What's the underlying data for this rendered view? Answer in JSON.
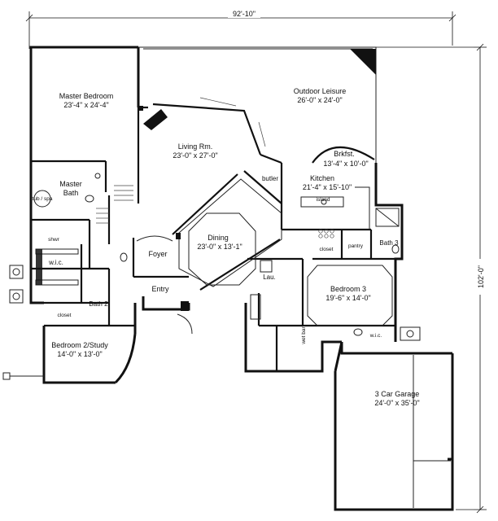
{
  "dimensions": {
    "width": "92'-10\"",
    "depth": "102'-0\""
  },
  "rooms": {
    "master_bedroom": {
      "name": "Master Bedroom",
      "size": "23'-4\" x 24'-4\""
    },
    "outdoor_leisure": {
      "name": "Outdoor Leisure",
      "size": "26'-0\" x 24'-0\""
    },
    "living_rm": {
      "name": "Living Rm.",
      "size": "23'-0\" x 27'-0\""
    },
    "brkfst": {
      "name": "Brkfst.",
      "size": "13'-4\" x 10'-0\""
    },
    "kitchen": {
      "name": "Kitchen",
      "size": "21'-4\" x 15'-10\""
    },
    "master_bath": {
      "name": "Master Bath"
    },
    "dining": {
      "name": "Dining",
      "size": "23'-0\" x 13'-1\""
    },
    "bedroom3": {
      "name": "Bedroom 3",
      "size": "19'-6\" x 14'-0\""
    },
    "bedroom2": {
      "name": "Bedroom 2/Study",
      "size": "14'-0\" x 13'-0\""
    },
    "garage": {
      "name": "3 Car Garage",
      "size": "24'-0\" x 35'-0\""
    },
    "foyer": {
      "name": "Foyer"
    },
    "entry": {
      "name": "Entry"
    },
    "wic": {
      "name": "w.i.c."
    },
    "bath2": {
      "name": "Bath 2"
    },
    "bath3": {
      "name": "Bath 3"
    },
    "lau": {
      "name": "Lau."
    },
    "butler": {
      "name": "butler"
    },
    "pantry": {
      "name": "pantry"
    },
    "closet": {
      "name": "closet"
    },
    "shwr": {
      "name": "shwr"
    },
    "tub": {
      "name": "tub / spa"
    },
    "wic_small": {
      "name": "w.i.c."
    },
    "island": {
      "name": "island"
    },
    "wet_bar": {
      "name": "wet bar"
    }
  }
}
